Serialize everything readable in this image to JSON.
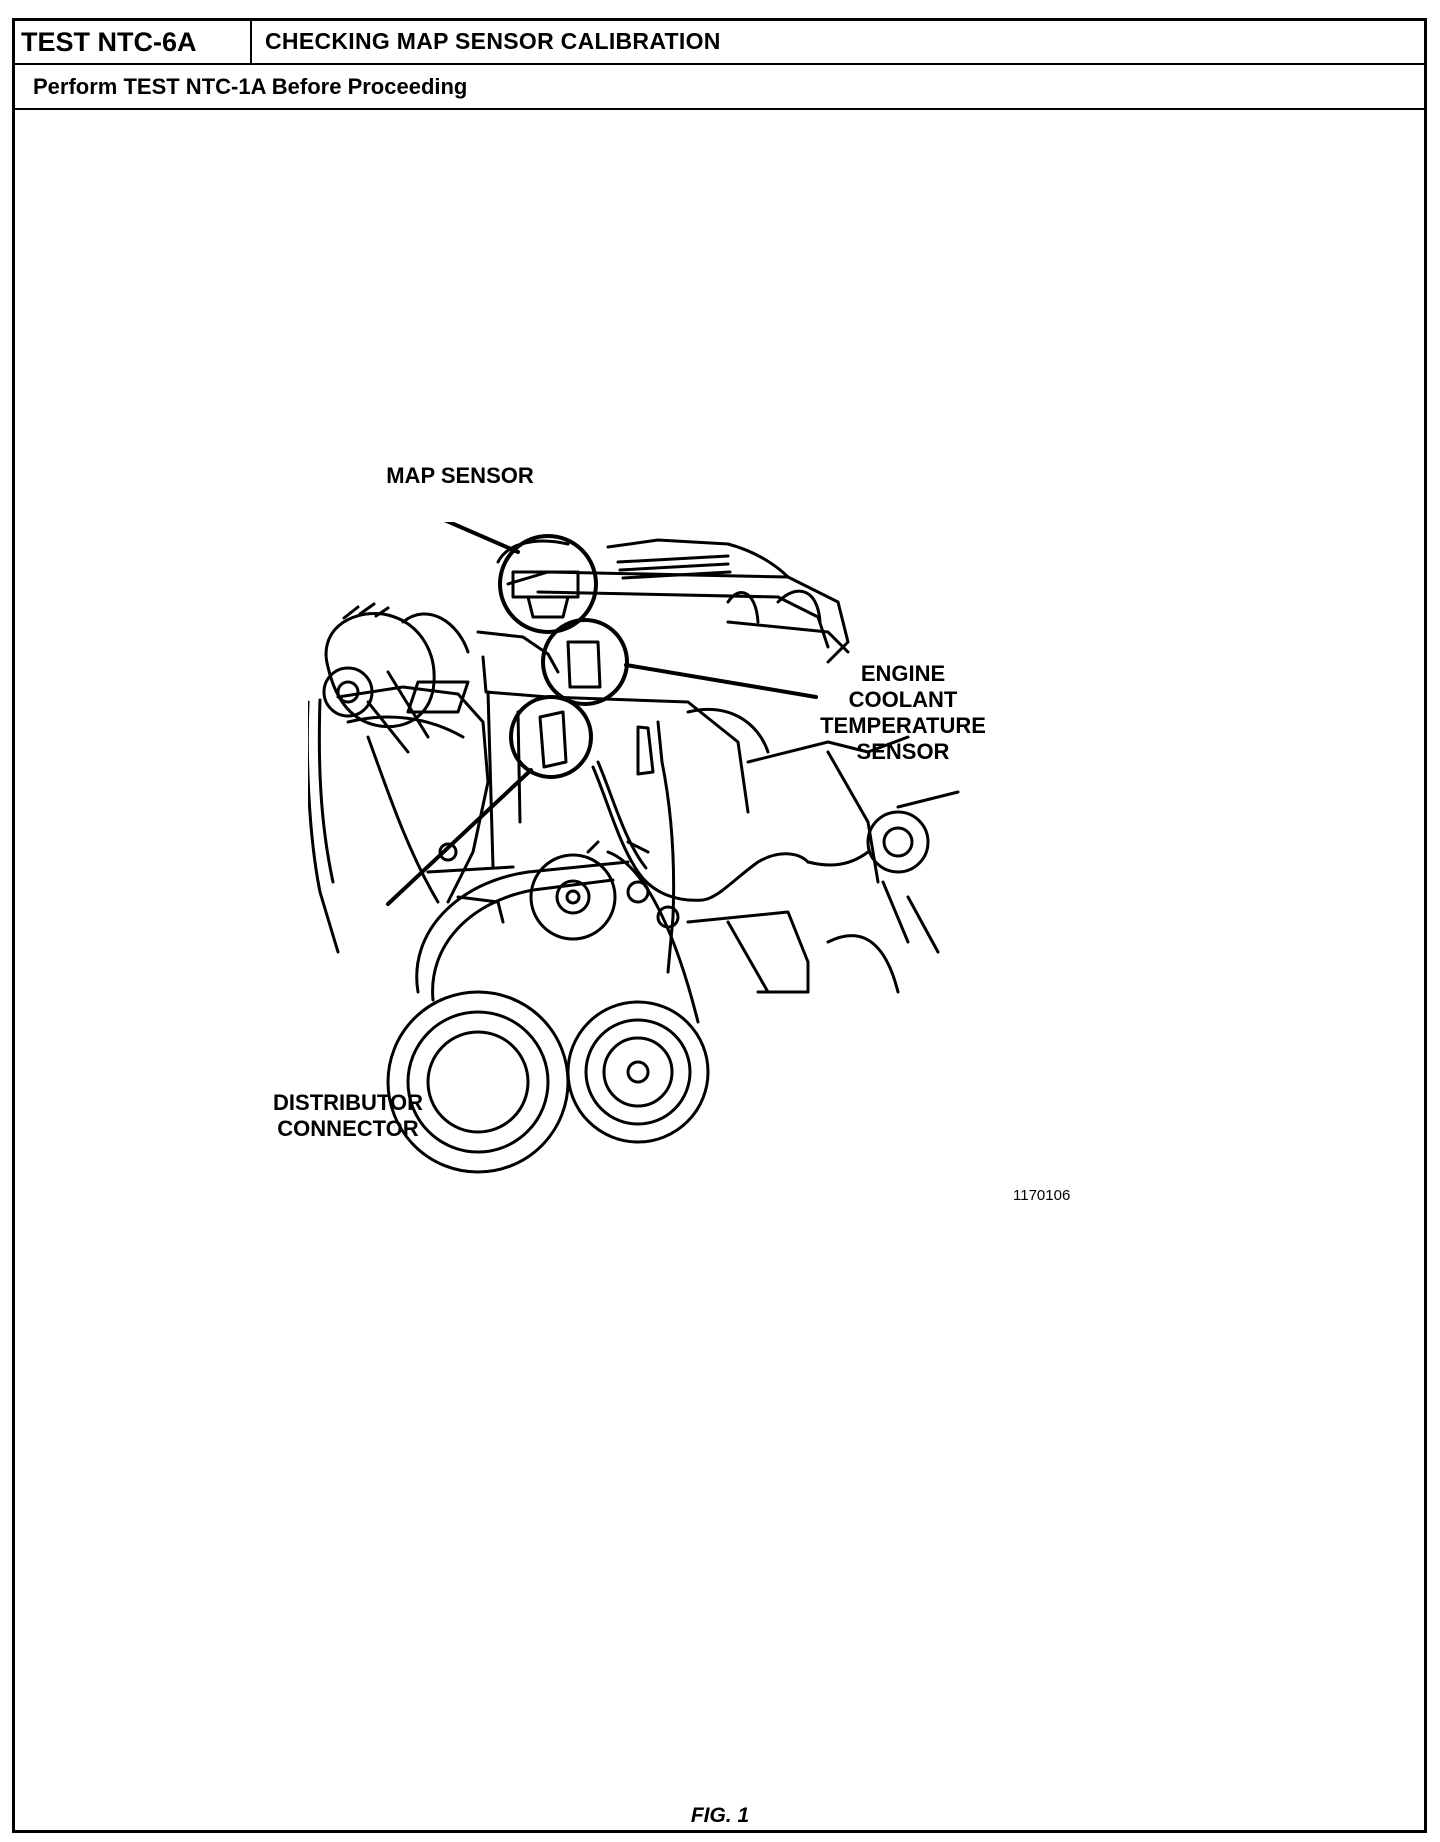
{
  "header": {
    "test_id": "TEST NTC-6A",
    "title": "CHECKING MAP SENSOR CALIBRATION"
  },
  "prerequisite": "Perform TEST NTC-1A Before Proceeding",
  "figure": {
    "callouts": {
      "map_sensor": "MAP SENSOR",
      "coolant_sensor": "ENGINE\nCOOLANT\nTEMPERATURE\nSENSOR",
      "distributor_connector": "DISTRIBUTOR\nCONNECTOR"
    },
    "figure_number": "1170106",
    "caption": "FIG. 1"
  }
}
